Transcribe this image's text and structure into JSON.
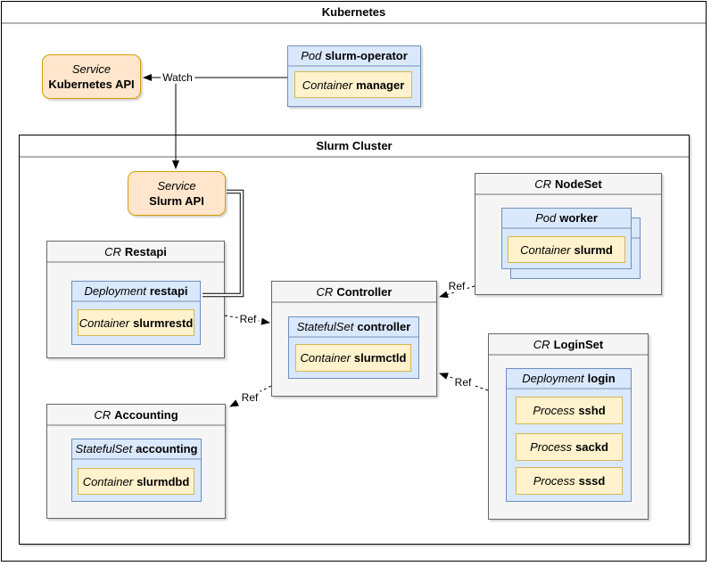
{
  "title": "Kubernetes",
  "cluster_title": "Slurm Cluster",
  "colors": {
    "service_fill": "#FFE6CC",
    "service_border": "#D79B00",
    "workload_fill": "#DAE8FC",
    "workload_border": "#6C8EBF",
    "container_fill": "#FFF2CC",
    "container_border": "#D6B656",
    "cr_fill": "#F5F5F5",
    "cr_border": "#666666"
  },
  "nodes": {
    "k8s_api": {
      "type": "Service",
      "name": "Kubernetes API"
    },
    "operator_pod": {
      "type": "Pod",
      "name": "slurm-operator"
    },
    "operator_container": {
      "type": "Container",
      "name": "manager"
    },
    "slurm_api": {
      "type": "Service",
      "name": "Slurm API"
    },
    "restapi_cr": {
      "type": "CR",
      "name": "Restapi"
    },
    "restapi_deployment": {
      "type": "Deployment",
      "name": "restapi"
    },
    "restapi_container": {
      "type": "Container",
      "name": "slurmrestd"
    },
    "nodeset_cr": {
      "type": "CR",
      "name": "NodeSet"
    },
    "worker_pod": {
      "type": "Pod",
      "name": "worker"
    },
    "worker_container": {
      "type": "Container",
      "name": "slurmd"
    },
    "controller_cr": {
      "type": "CR",
      "name": "Controller"
    },
    "controller_statefulset": {
      "type": "StatefulSet",
      "name": "controller"
    },
    "controller_container": {
      "type": "Container",
      "name": "slurmctld"
    },
    "loginset_cr": {
      "type": "CR",
      "name": "LoginSet"
    },
    "login_deployment": {
      "type": "Deployment",
      "name": "login"
    },
    "login_process_sshd": {
      "type": "Process",
      "name": "sshd"
    },
    "login_process_sackd": {
      "type": "Process",
      "name": "sackd"
    },
    "login_process_sssd": {
      "type": "Process",
      "name": "sssd"
    },
    "accounting_cr": {
      "type": "CR",
      "name": "Accounting"
    },
    "accounting_statefulset": {
      "type": "StatefulSet",
      "name": "accounting"
    },
    "accounting_container": {
      "type": "Container",
      "name": "slurmdbd"
    }
  },
  "edges": {
    "watch": {
      "label": "Watch"
    },
    "ref_restapi_controller": {
      "label": "Ref"
    },
    "ref_controller_accounting": {
      "label": "Ref"
    },
    "ref_loginset_controller": {
      "label": "Ref"
    },
    "ref_nodeset_controller": {
      "label": "Ref"
    }
  }
}
